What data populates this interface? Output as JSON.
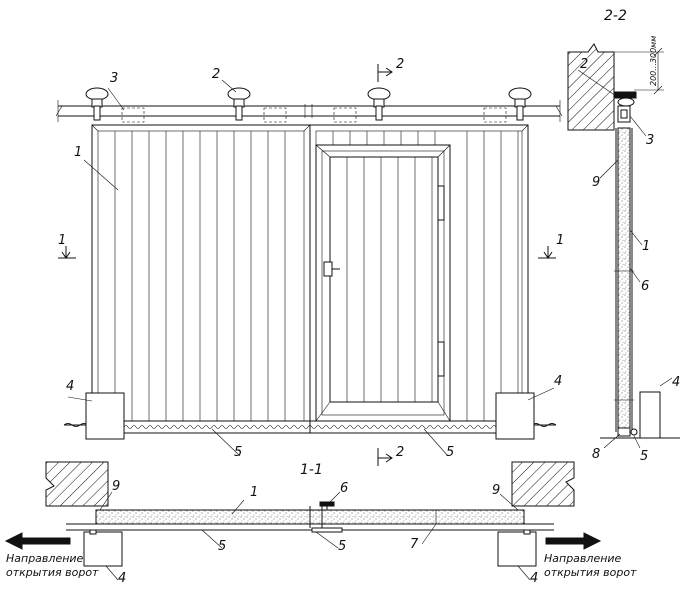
{
  "section_labels": {
    "side_view": "2-2",
    "plan_view": "1-1",
    "cut_1_left": "1",
    "cut_1_right": "1",
    "cut_2_top": "2",
    "cut_2_bottom": "2"
  },
  "callouts": {
    "front_1": "1",
    "front_2": "2",
    "front_3": "3",
    "front_4_left": "4",
    "front_4_right": "4",
    "front_5_left": "5",
    "front_5_right": "5",
    "side_2": "2",
    "side_3": "3",
    "side_9": "9",
    "side_1": "1",
    "side_6": "6",
    "side_4": "4",
    "side_8": "8",
    "side_5": "5",
    "plan_9_left": "9",
    "plan_1": "1",
    "plan_6": "6",
    "plan_9_right": "9",
    "plan_5_left": "5",
    "plan_5_right": "5",
    "plan_7": "7",
    "plan_4_left": "4",
    "plan_4_right": "4"
  },
  "dimension_text": "200...300мм",
  "opening_direction_left": [
    "Направление",
    "открытия ворот"
  ],
  "opening_direction_right": [
    "Направление",
    "открытия ворот"
  ],
  "colors": {
    "ink": "#111111",
    "paper": "#ffffff"
  }
}
